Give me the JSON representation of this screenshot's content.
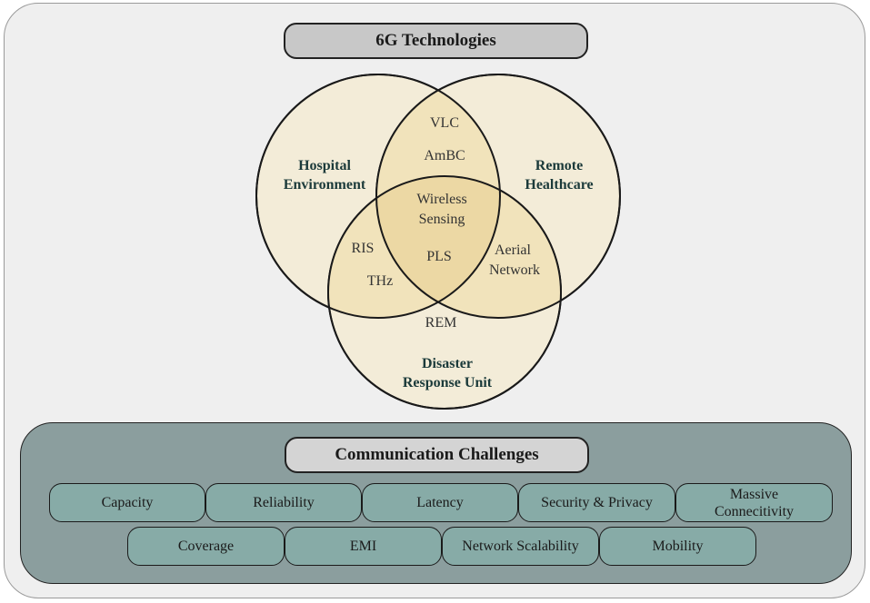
{
  "title": "6G Technologies",
  "venn": {
    "sets": [
      {
        "label_lines": [
          "Hospital",
          "Environment"
        ]
      },
      {
        "label_lines": [
          "Remote",
          "Healthcare"
        ]
      },
      {
        "label_lines": [
          "Disaster",
          "Response Unit"
        ]
      }
    ],
    "regions": {
      "hospital_remote": [
        "VLC",
        "AmBC"
      ],
      "all_three": [
        "Wireless",
        "Sensing",
        "PLS"
      ],
      "hospital_disaster": [
        "RIS",
        "THz"
      ],
      "remote_disaster": [
        "Aerial",
        "Network"
      ],
      "disaster_only": [
        "REM"
      ]
    },
    "fill_color": "#f3ecd8",
    "overlap_color": "#f1e3bb"
  },
  "challenges": {
    "title": "Communication Challenges",
    "row1": [
      "Capacity",
      "Reliability",
      "Latency",
      "Security & Privacy",
      "Massive\nConnecitivity"
    ],
    "row2": [
      "Coverage",
      "EMI",
      "Network Scalability",
      "Mobility"
    ],
    "panel_color": "#8b9e9e",
    "chip_color": "#87aba7"
  }
}
